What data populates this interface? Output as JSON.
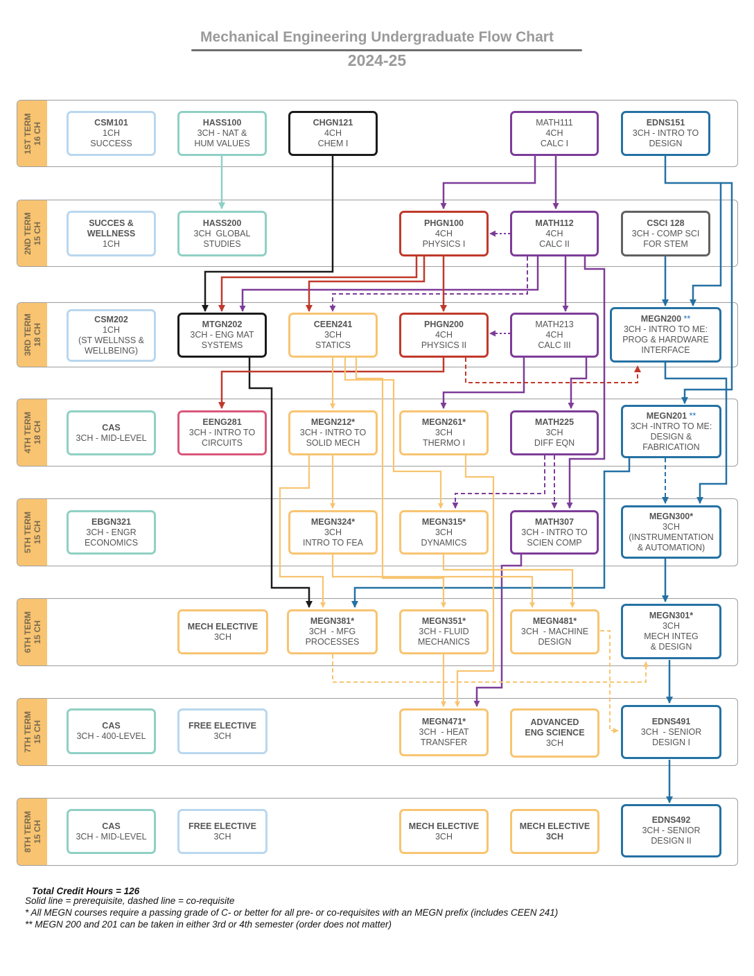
{
  "title": "Mechanical Engineering Undergraduate Flow Chart",
  "subtitle": "2024-25",
  "terms": [
    {
      "label": "1ST TERM\n16 CH"
    },
    {
      "label": "2ND TERM\n15 CH"
    },
    {
      "label": "3RD TERM\n18 CH"
    },
    {
      "label": "4TH TERM\n18 CH"
    },
    {
      "label": "5TH TERM\n15 CH"
    },
    {
      "label": "6TH TERM\n15 CH"
    },
    {
      "label": "7TH TERM\n15 CH"
    },
    {
      "label": "8TH TERM\n15 CH"
    }
  ],
  "courses": {
    "csm101": {
      "code": "CSM101",
      "l2": "1CH",
      "l3": "SUCCESS"
    },
    "hass100": {
      "code": "HASS100",
      "l2": "3CH - NAT &",
      "l3": "HUM VALUES"
    },
    "chgn121": {
      "code": "CHGN121",
      "l2": "4CH",
      "l3": "CHEM I"
    },
    "math111": {
      "code": "MATH111",
      "l2": "4CH",
      "l3": "CALC I"
    },
    "edns151": {
      "code": "EDNS151",
      "l2": "3CH - INTRO TO",
      "l3": "DESIGN"
    },
    "succes": {
      "code": "SUCCES &\nWELLNESS",
      "l2": "1CH",
      "l3": ""
    },
    "hass200": {
      "code": "HASS200",
      "l2": "3CH  GLOBAL",
      "l3": "STUDIES"
    },
    "phgn100": {
      "code": "PHGN100",
      "l2": "4CH",
      "l3": "PHYSICS I"
    },
    "math112": {
      "code": "MATH112",
      "l2": "4CH",
      "l3": "CALC II"
    },
    "csci128": {
      "code": "CSCI 128",
      "l2": "3CH - COMP SCI",
      "l3": "FOR STEM"
    },
    "csm202": {
      "code": "CSM202",
      "l2": "1CH",
      "l3": "(ST WELLNSS &\nWELLBEING)"
    },
    "mtgn202": {
      "code": "MTGN202",
      "l2": "3CH - ENG MAT",
      "l3": "SYSTEMS"
    },
    "ceen241": {
      "code": "CEEN241",
      "l2": "3CH",
      "l3": "STATICS"
    },
    "phgn200": {
      "code": "PHGN200",
      "l2": "4CH",
      "l3": "PHYSICS II"
    },
    "math213": {
      "code": "MATH213",
      "l2": "4CH",
      "l3": "CALC III"
    },
    "megn200": {
      "code": "MEGN200",
      "star": " **",
      "l2": "3CH - INTRO TO ME:",
      "l3": "PROG & HARDWARE\nINTERFACE"
    },
    "cas4": {
      "code": "CAS",
      "l2": "3CH - MID-LEVEL",
      "l3": ""
    },
    "eeng281": {
      "code": "EENG281",
      "l2": "3CH - INTRO TO",
      "l3": "CIRCUITS"
    },
    "megn212": {
      "code": "MEGN212*",
      "l2": "3CH - INTRO TO",
      "l3": "SOLID MECH"
    },
    "megn261": {
      "code": "MEGN261*",
      "l2": "3CH",
      "l3": "THERMO I"
    },
    "math225": {
      "code": "MATH225",
      "l2": "3CH",
      "l3": "DIFF EQN"
    },
    "megn201": {
      "code": "MEGN201",
      "star": " **",
      "l2": "3CH -INTRO TO ME:",
      "l3": "DESIGN &\nFABRICATION"
    },
    "ebgn321": {
      "code": "EBGN321",
      "l2": "3CH - ENGR",
      "l3": "ECONOMICS"
    },
    "megn324": {
      "code": "MEGN324*",
      "l2": "3CH",
      "l3": "INTRO TO FEA"
    },
    "megn315": {
      "code": "MEGN315*",
      "l2": "3CH",
      "l3": "DYNAMICS"
    },
    "math307": {
      "code": "MATH307",
      "l2": "3CH - INTRO TO",
      "l3": "SCIEN COMP"
    },
    "megn300": {
      "code": "MEGN300*",
      "l2": "3CH",
      "l3": "(INSTRUMENTATION\n& AUTOMATION)"
    },
    "mechelec6": {
      "code": "MECH ELECTIVE",
      "l2": "3CH",
      "l3": ""
    },
    "megn381": {
      "code": "MEGN381*",
      "l2": "3CH  - MFG",
      "l3": "PROCESSES"
    },
    "megn351": {
      "code": "MEGN351*",
      "l2": "3CH - FLUID",
      "l3": "MECHANICS"
    },
    "megn481": {
      "code": "MEGN481*",
      "l2": "3CH  - MACHINE",
      "l3": "DESIGN"
    },
    "megn301": {
      "code": "MEGN301*",
      "l2": "3CH",
      "l3": "MECH INTEG\n& DESIGN"
    },
    "cas7": {
      "code": "CAS",
      "l2": "3CH - 400-LEVEL",
      "l3": ""
    },
    "free7": {
      "code": "FREE ELECTIVE",
      "l2": "3CH",
      "l3": ""
    },
    "megn471": {
      "code": "MEGN471*",
      "l2": "3CH  - HEAT",
      "l3": "TRANSFER"
    },
    "advsci": {
      "code": "ADVANCED\nENG SCIENCE",
      "l2": "3CH",
      "l3": ""
    },
    "edns491": {
      "code": "EDNS491",
      "l2": "3CH  - SENIOR",
      "l3": "DESIGN I"
    },
    "cas8": {
      "code": "CAS",
      "l2": "3CH - MID-LEVEL",
      "l3": ""
    },
    "free8": {
      "code": "FREE ELECTIVE",
      "l2": "3CH",
      "l3": ""
    },
    "mechelec8a": {
      "code": "MECH ELECTIVE",
      "l2": "3CH",
      "l3": ""
    },
    "mechelec8b": {
      "code": "MECH ELECTIVE",
      "l2": "3CH",
      "l3": ""
    },
    "edns492": {
      "code": "EDNS492",
      "l2": "3CH - SENIOR",
      "l3": "DESIGN II"
    }
  },
  "colors": {
    "orange": "#f8c471",
    "purple": "#7d3c98",
    "blue": "#2471a3",
    "red": "#c0392b",
    "teal": "#8fd0c4",
    "black": "#1a1a1a"
  },
  "footer": {
    "total": "Total Credit Hours = 126",
    "legend": "Solid line = prerequisite, dashed line = co-requisite",
    "note1": "* All MEGN courses require a passing grade of C- or better for all pre- or co-requisites with an MEGN prefix (includes CEEN 241)",
    "note2": "** MEGN 200 and 201 can be taken in either 3rd or 4th semester (order does not matter)"
  }
}
